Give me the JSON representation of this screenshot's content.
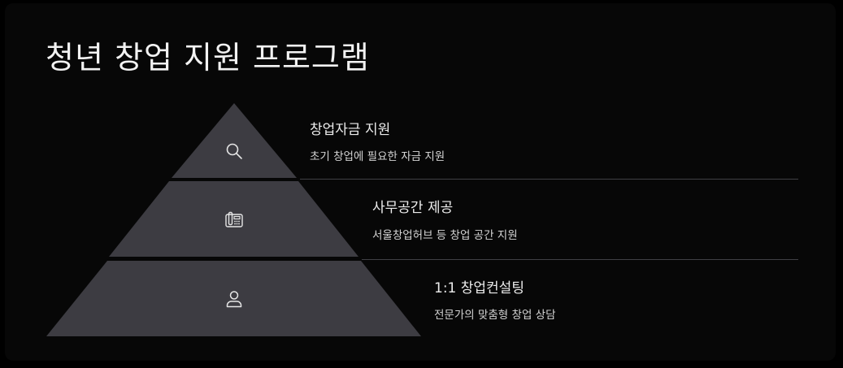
{
  "title": "청년 창업 지원 프로그램",
  "levels": [
    {
      "icon": "search-icon",
      "title": "창업자금 지원",
      "desc": "초기 창업에 필요한 자금 지원"
    },
    {
      "icon": "office-phone-icon",
      "title": "사무공간 제공",
      "desc": "서울창업허브 등 창업 공간 지원"
    },
    {
      "icon": "person-icon",
      "title": "1:1 창업컨설팅",
      "desc": "전문가의 맞춤형 창업 상담"
    }
  ],
  "colors": {
    "background": "#070707",
    "tier": "#3d3c42",
    "text": "#ececec",
    "separator": "#3f3f44"
  }
}
